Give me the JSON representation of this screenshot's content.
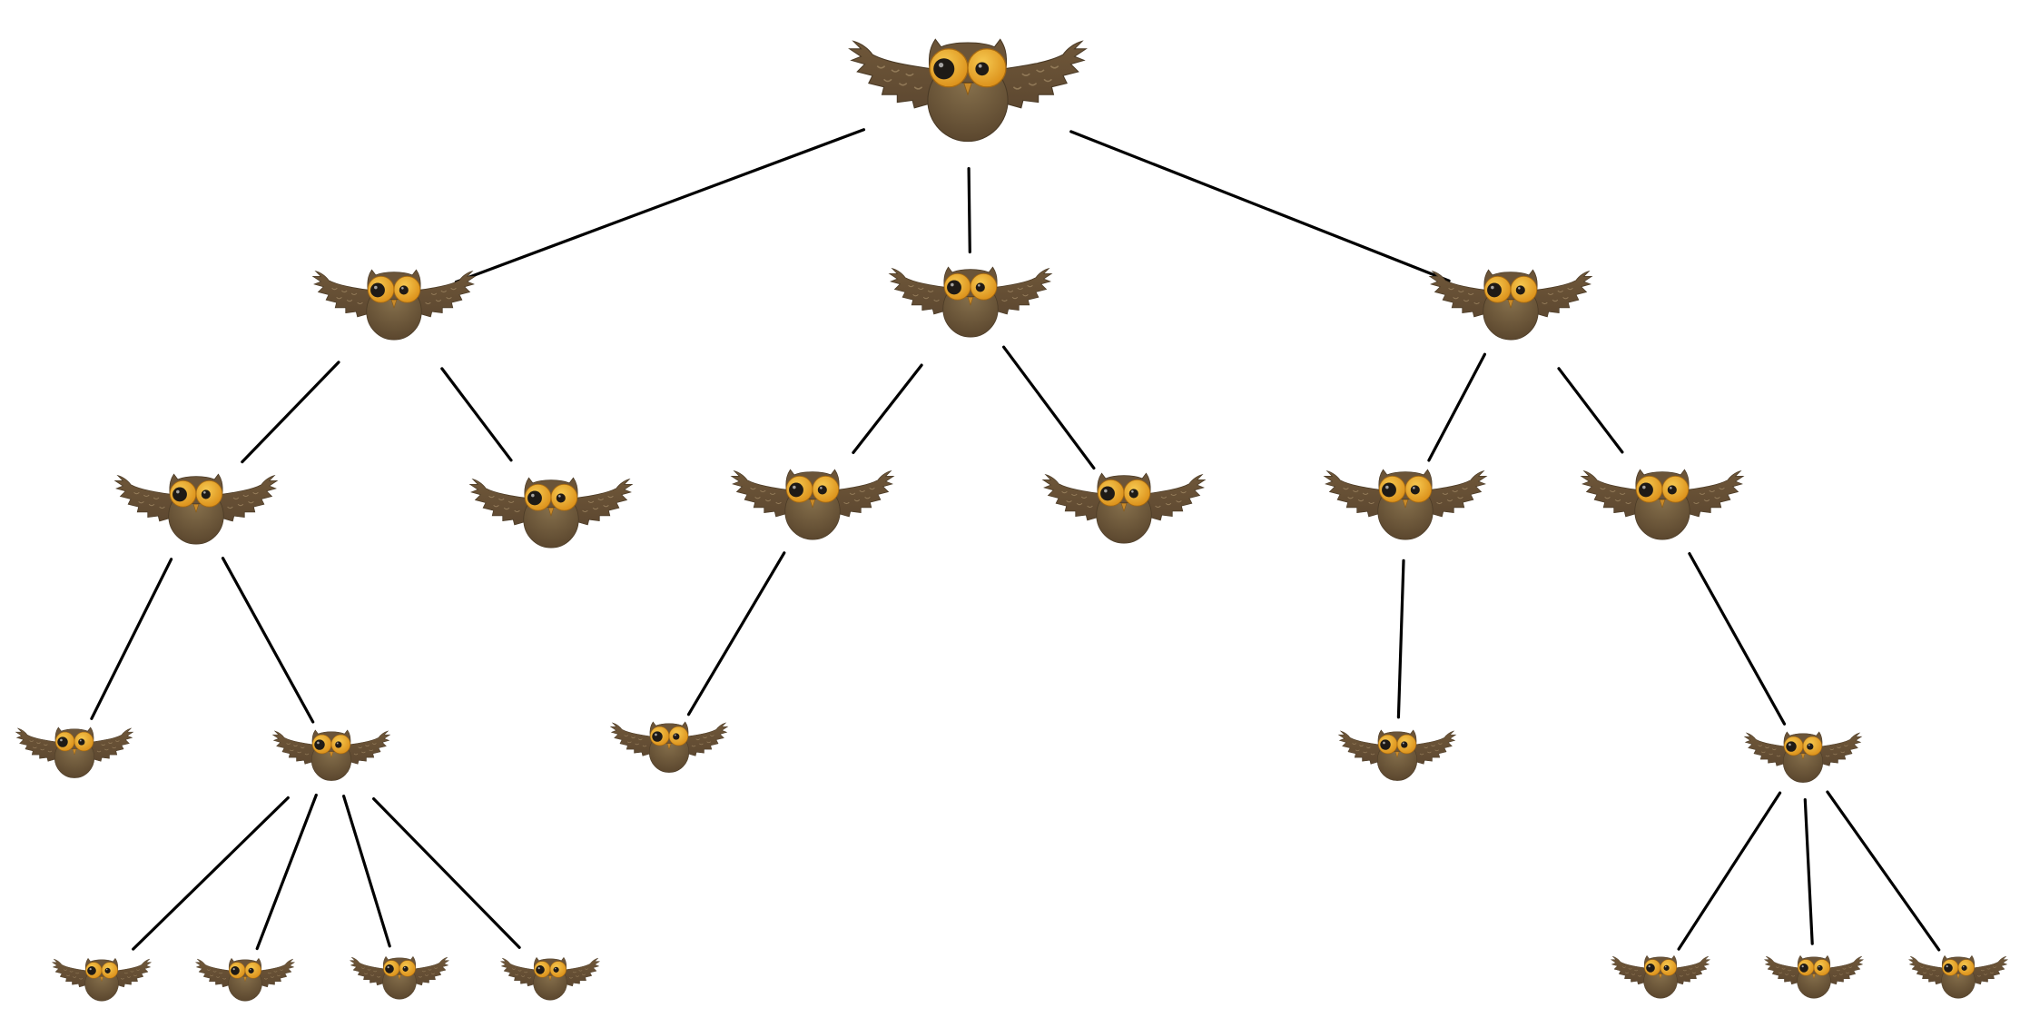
{
  "diagram": {
    "kind": "tree",
    "node_icon": "owl-icon",
    "colors": {
      "owl_body": "#6b5438",
      "owl_body_dark": "#4a3a26",
      "owl_belly": "#7d6544",
      "eye_ring": "#e09a1c",
      "eye_ring_light": "#f3c04a",
      "pupil": "#1e1a16",
      "beak": "#c88a2a",
      "edge": "#000000"
    },
    "tree": {
      "id": "root",
      "children": [
        {
          "id": "a",
          "children": [
            {
              "id": "a1",
              "children": [
                {
                  "id": "a1a",
                  "children": []
                },
                {
                  "id": "a1b",
                  "children": [
                    {
                      "id": "a1b1",
                      "children": []
                    },
                    {
                      "id": "a1b2",
                      "children": []
                    },
                    {
                      "id": "a1b3",
                      "children": []
                    },
                    {
                      "id": "a1b4",
                      "children": []
                    }
                  ]
                }
              ]
            },
            {
              "id": "a2",
              "children": []
            }
          ]
        },
        {
          "id": "b",
          "children": [
            {
              "id": "b1",
              "children": [
                {
                  "id": "b1a",
                  "children": []
                }
              ]
            },
            {
              "id": "b2",
              "children": []
            }
          ]
        },
        {
          "id": "c",
          "children": [
            {
              "id": "c1",
              "children": [
                {
                  "id": "c1a",
                  "children": []
                }
              ]
            },
            {
              "id": "c2",
              "children": [
                {
                  "id": "c2a",
                  "children": [
                    {
                      "id": "c2a1",
                      "children": []
                    },
                    {
                      "id": "c2a2",
                      "children": []
                    },
                    {
                      "id": "c2a3",
                      "children": []
                    }
                  ]
                }
              ]
            }
          ]
        }
      ]
    }
  }
}
